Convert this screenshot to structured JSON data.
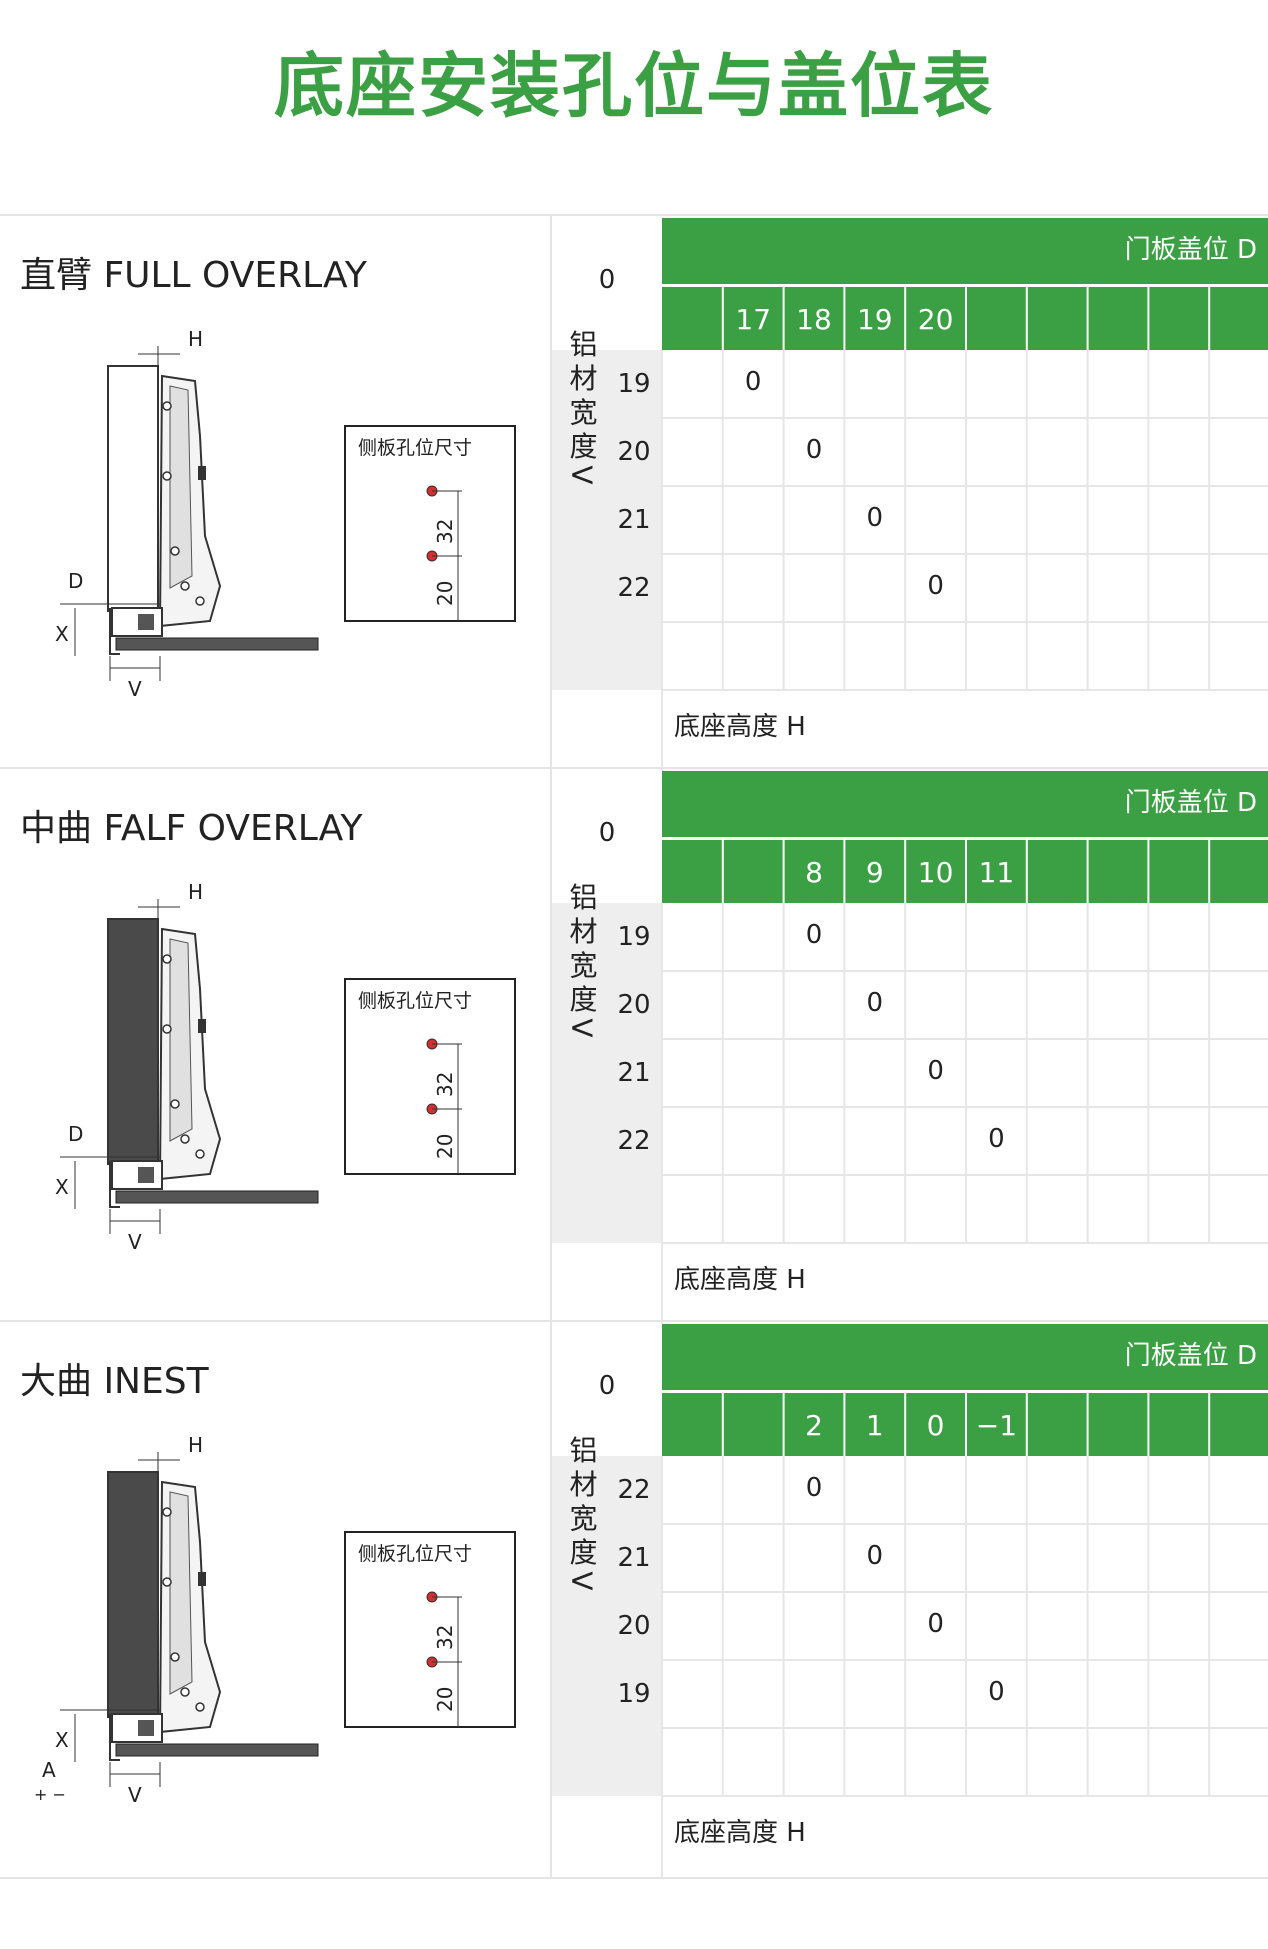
{
  "page_title": "底座安装孔位与盖位表",
  "sections": [
    {
      "title": "直臂 FULL OVERLAY",
      "hinge_labels": {
        "h": "H",
        "d": "D",
        "x": "X",
        "v": "V",
        "a": ""
      },
      "side_panel": {
        "label": "侧板孔位尺寸",
        "dim1": "32",
        "dim2": "20"
      },
      "table": {
        "corner": "0",
        "door_header": "门板盖位 D",
        "d_values": [
          "",
          "17",
          "18",
          "19",
          "20",
          "",
          "",
          "",
          "",
          ""
        ],
        "v_label": "铝材宽度V",
        "v_values": [
          "19",
          "20",
          "21",
          "22",
          ""
        ],
        "marks": [
          [
            1,
            "0"
          ],
          [
            2,
            "0"
          ],
          [
            3,
            "0"
          ],
          [
            4,
            "0"
          ],
          [
            -1,
            ""
          ]
        ],
        "footer": "底座高度 H"
      }
    },
    {
      "title": "中曲 FALF OVERLAY",
      "hinge_labels": {
        "h": "H",
        "d": "D",
        "x": "X",
        "v": "V",
        "a": ""
      },
      "side_panel": {
        "label": "侧板孔位尺寸",
        "dim1": "32",
        "dim2": "20"
      },
      "table": {
        "corner": "0",
        "door_header": "门板盖位 D",
        "d_values": [
          "",
          "",
          "8",
          "9",
          "10",
          "11",
          "",
          "",
          "",
          ""
        ],
        "v_label": "铝材宽度V",
        "v_values": [
          "19",
          "20",
          "21",
          "22",
          ""
        ],
        "marks": [
          [
            2,
            "0"
          ],
          [
            3,
            "0"
          ],
          [
            4,
            "0"
          ],
          [
            5,
            "0"
          ],
          [
            -1,
            ""
          ]
        ],
        "footer": "底座高度 H"
      }
    },
    {
      "title": "大曲 INEST",
      "hinge_labels": {
        "h": "H",
        "d": "",
        "x": "X",
        "v": "V",
        "a": "A",
        "pm": "+ −"
      },
      "side_panel": {
        "label": "侧板孔位尺寸",
        "dim1": "32",
        "dim2": "20"
      },
      "table": {
        "corner": "0",
        "door_header": "门板盖位 D",
        "d_values": [
          "",
          "",
          "2",
          "1",
          "0",
          "−1",
          "",
          "",
          "",
          ""
        ],
        "v_label": "铝材宽度V",
        "v_values": [
          "22",
          "21",
          "20",
          "19",
          ""
        ],
        "marks": [
          [
            2,
            "0"
          ],
          [
            3,
            "0"
          ],
          [
            4,
            "0"
          ],
          [
            5,
            "0"
          ],
          [
            -1,
            ""
          ]
        ],
        "footer": "底座高度 H"
      }
    }
  ],
  "colors": {
    "green": "#3aa043",
    "title_green": "#3aa043",
    "gray_band": "#eeeeee",
    "grid": "#e6e6e6",
    "wood": "#4a4a4a"
  }
}
